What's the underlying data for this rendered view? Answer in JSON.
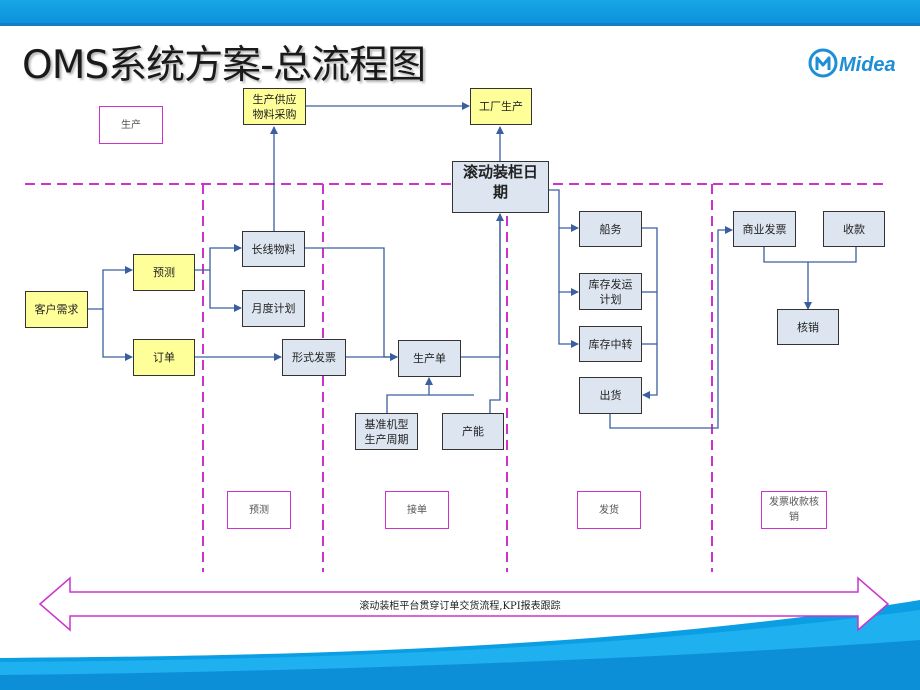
{
  "slide": {
    "title": "OMS系统方案-总流程图",
    "logo_text": "Midea"
  },
  "colors": {
    "header_blue": "#0b8fd8",
    "magenta_line": "#cc33cc",
    "arrow_blue": "#3a5f9f",
    "yellow_box": "#ffff99",
    "grey_box": "#dde5f0"
  },
  "nodes": {
    "production_label": "生产",
    "material_purchase": "生产供应物料采购",
    "factory_production": "工厂生产",
    "rolling_cabinet_date": "滚动装柜日期",
    "customer_demand": "客户需求",
    "forecast": "预测",
    "order": "订单",
    "long_line_material": "长线物料",
    "monthly_plan": "月度计划",
    "formal_invoice": "形式发票",
    "production_order": "生产单",
    "benchmark_cycle": "基准机型生产周期",
    "capacity": "产能",
    "shipping": "船务",
    "inventory_shipping_plan": "库存发运计划",
    "inventory_transfer": "库存中转",
    "outbound": "出货",
    "commercial_invoice": "商业发票",
    "payment_collection": "收款",
    "write_off": "核销"
  },
  "phases": {
    "forecast_phase": "预测",
    "order_taking_phase": "接单",
    "shipment_phase": "发货",
    "invoice_phase": "发票收款核销"
  },
  "footer": {
    "banner_text": "滚动装柜平台贯穿订单交货流程,KPI报表跟踪"
  }
}
